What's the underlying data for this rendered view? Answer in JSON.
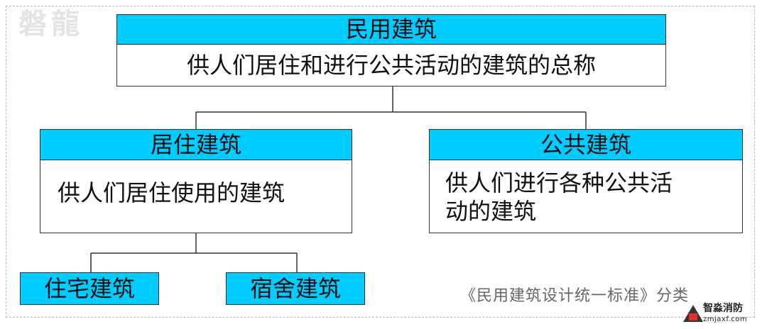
{
  "watermark": "磐龍",
  "root": {
    "title": "民用建筑",
    "description": "供人们居住和进行公共活动的建筑的总称"
  },
  "residential": {
    "title": "居住建筑",
    "description": "供人们居住使用的建筑"
  },
  "public": {
    "title": "公共建筑",
    "description_line1": "供人们进行各种公共活",
    "description_line2": "动的建筑"
  },
  "residential_children": [
    {
      "label": "住宅建筑"
    },
    {
      "label": "宿舍建筑"
    }
  ],
  "caption": "《民用建筑设计统一标准》分类",
  "logo": {
    "name": "智淼消防",
    "url": "zmjaxf.com"
  },
  "colors": {
    "header_fill": "#00ccff",
    "border": "#333333",
    "background": "#ffffff"
  }
}
